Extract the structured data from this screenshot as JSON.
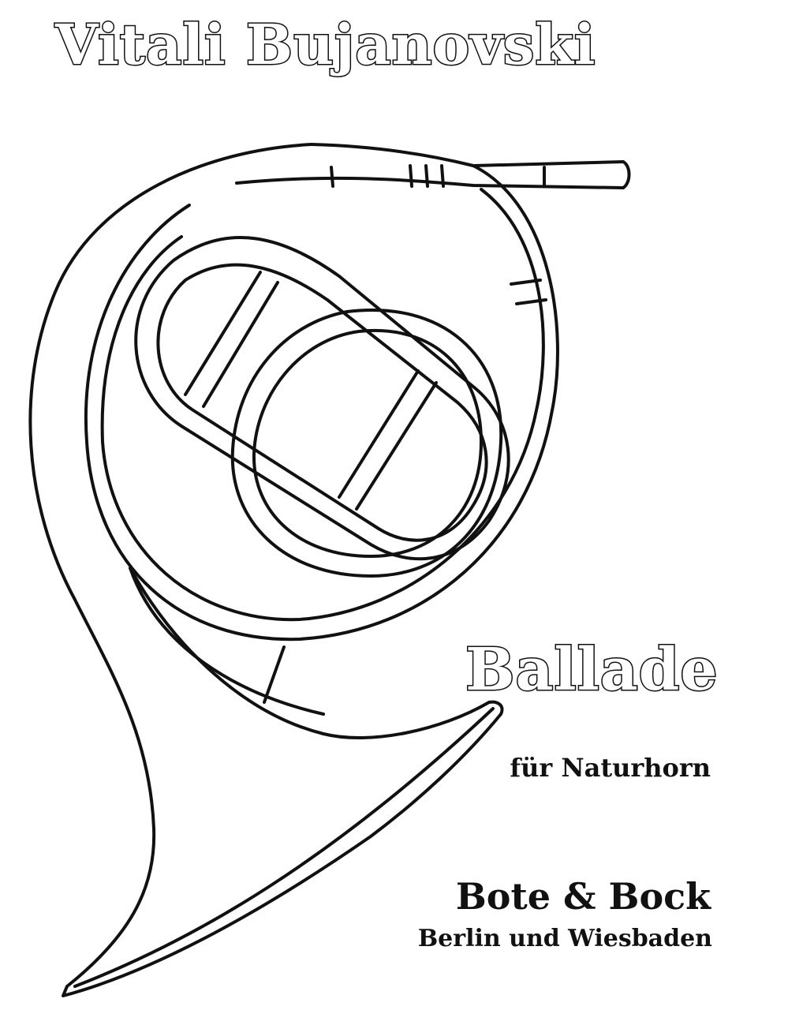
{
  "cover": {
    "composer": "Vitali Bujanovski",
    "title": "Ballade",
    "subtitle": "für Naturhorn",
    "publisher": "Bote & Bock",
    "city": "Berlin und Wiesbaden"
  },
  "illustration": {
    "subject": "natural-horn-icon",
    "line_color": "#111111",
    "background_color": "#ffffff"
  }
}
